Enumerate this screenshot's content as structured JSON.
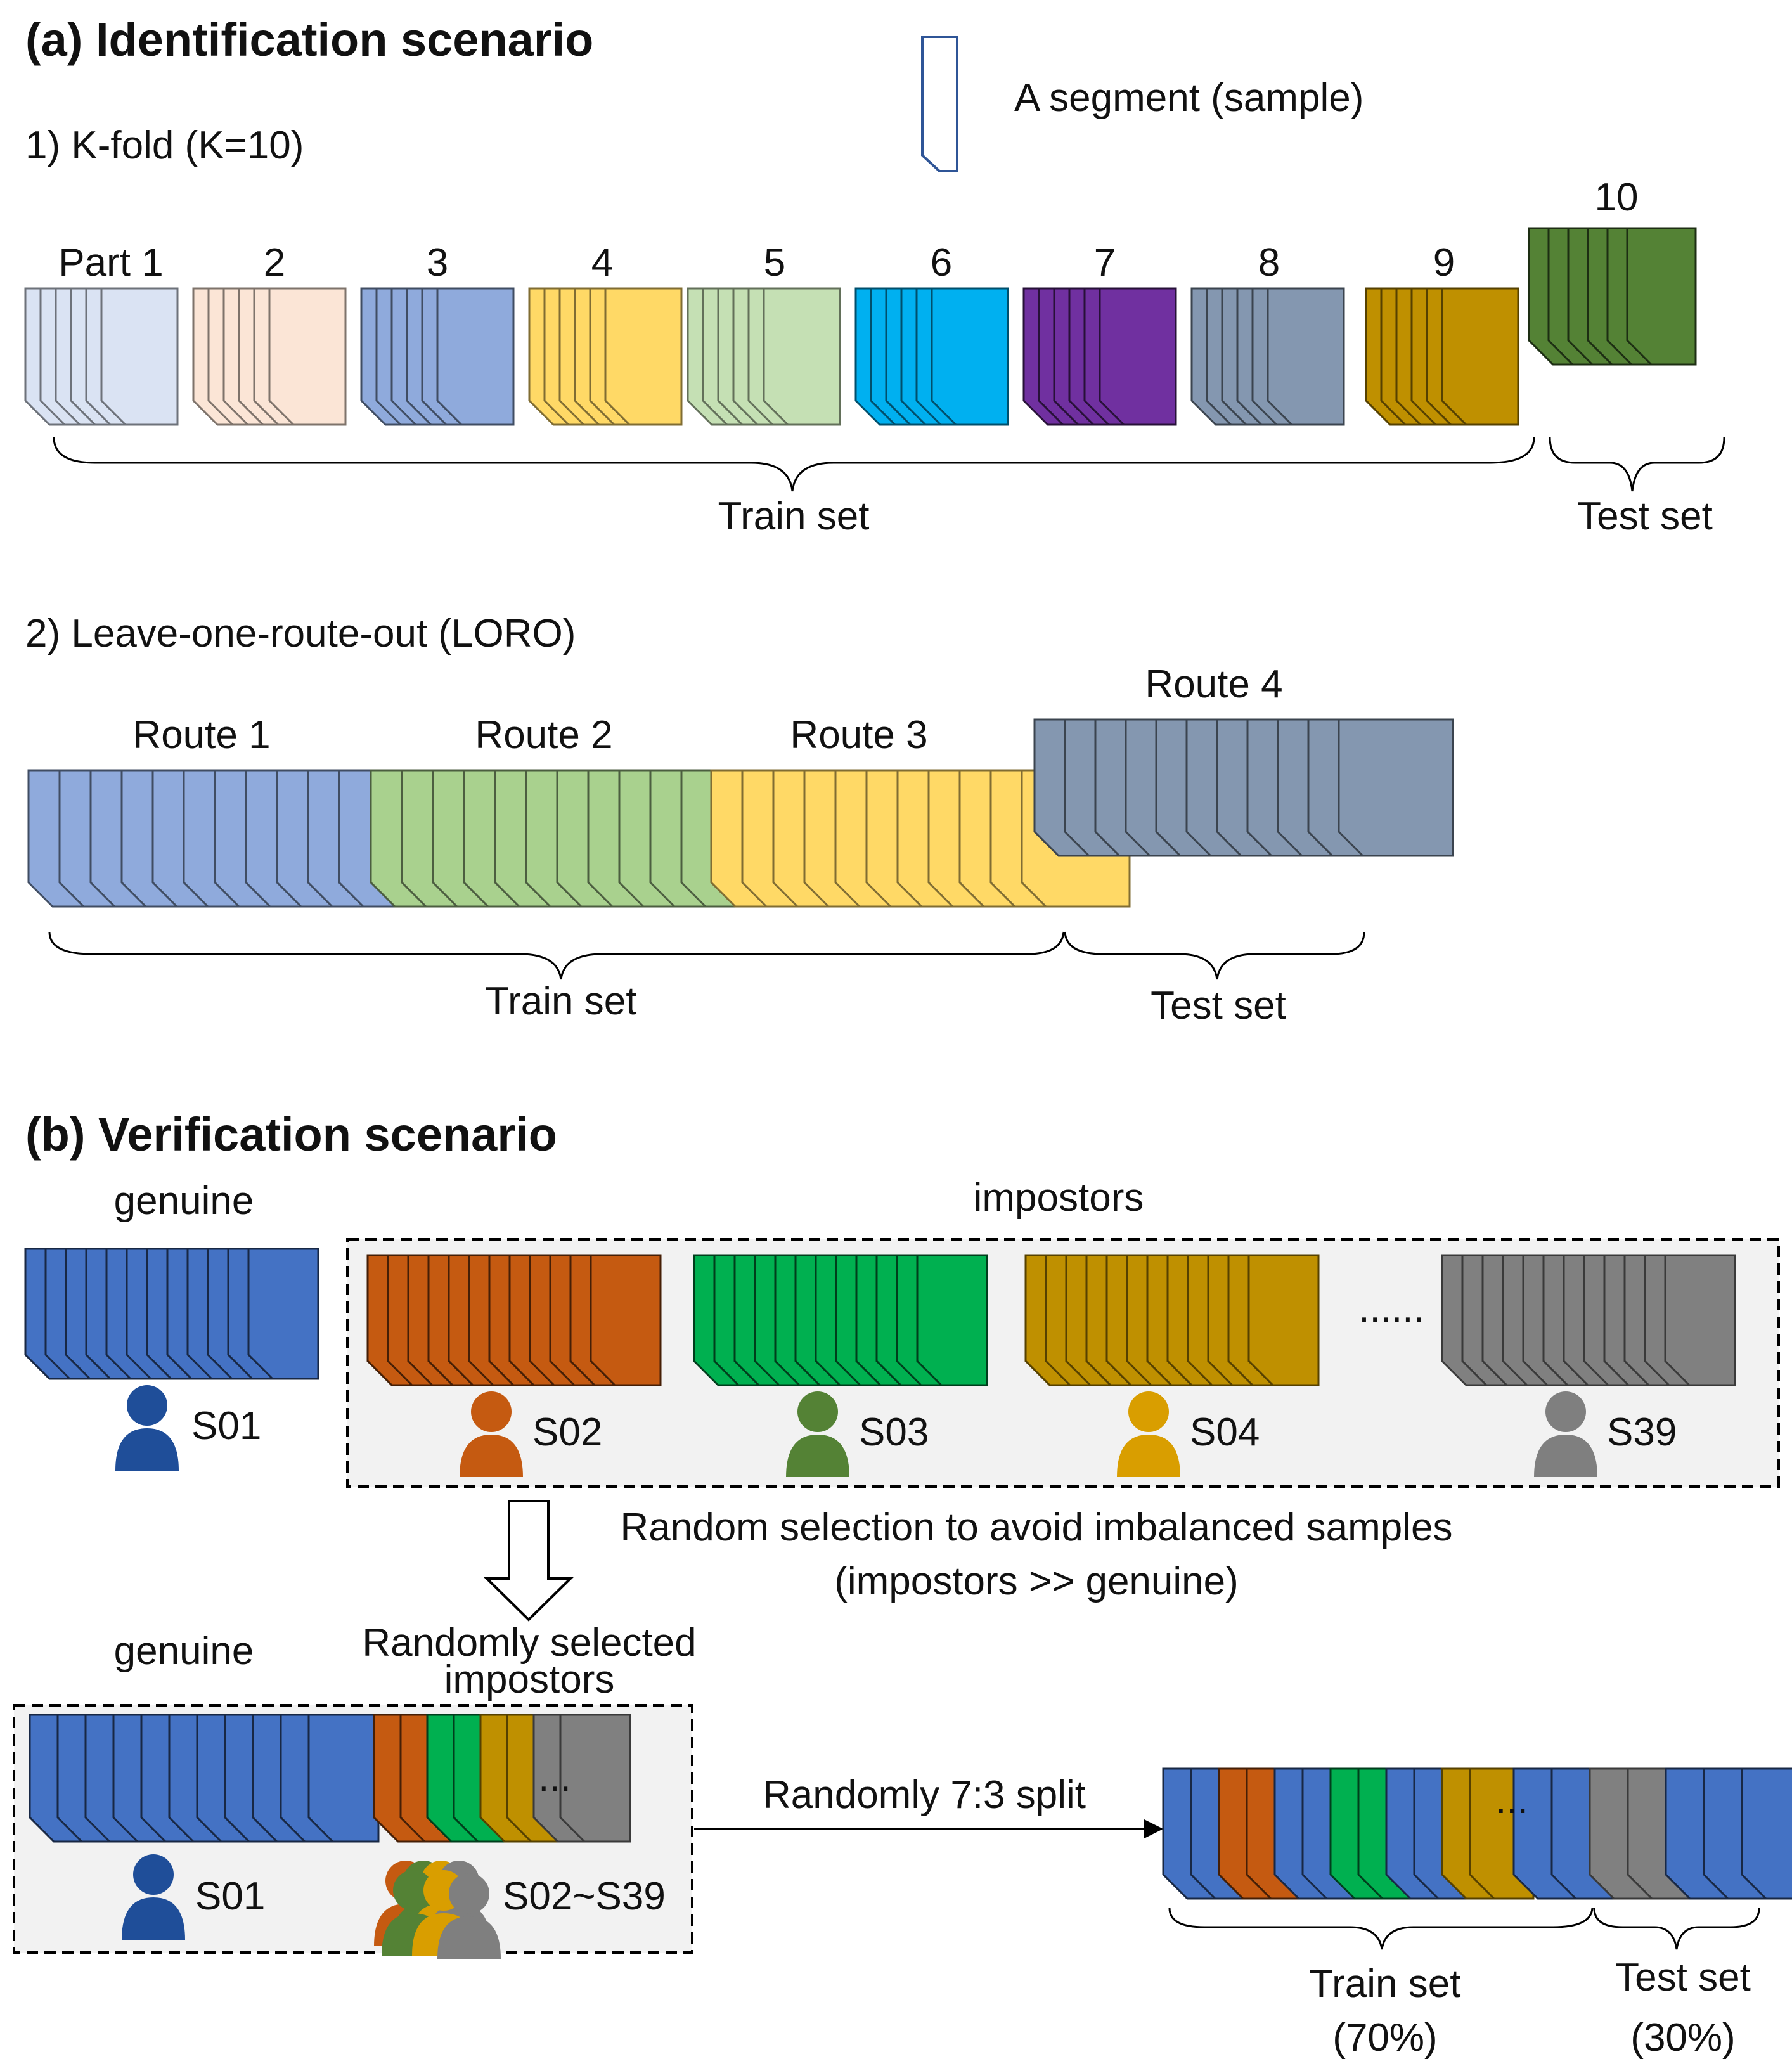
{
  "section_a": {
    "title": "(a) Identification scenario",
    "legend_label": "A segment (sample)",
    "kfold": {
      "title": "1) K-fold (K=10)",
      "parts": [
        {
          "label": "Part 1",
          "color": "#dae3f3"
        },
        {
          "label": "2",
          "color": "#fbe5d6"
        },
        {
          "label": "3",
          "color": "#8faadc"
        },
        {
          "label": "4",
          "color": "#ffd966"
        },
        {
          "label": "5",
          "color": "#c5e0b4"
        },
        {
          "label": "6",
          "color": "#00b0f0"
        },
        {
          "label": "7",
          "color": "#7030a0"
        },
        {
          "label": "8",
          "color": "#8497b0"
        },
        {
          "label": "9",
          "color": "#bf9000"
        },
        {
          "label": "10",
          "color": "#548235"
        }
      ],
      "train_label": "Train set",
      "test_label": "Test set"
    },
    "loro": {
      "title": "2) Leave-one-route-out (LORO)",
      "routes": [
        {
          "label": "Route 1",
          "color": "#8faadc"
        },
        {
          "label": "Route 2",
          "color": "#a9d18e"
        },
        {
          "label": "Route 3",
          "color": "#ffd966"
        },
        {
          "label": "Route 4",
          "color": "#8497b0"
        }
      ],
      "train_label": "Train set",
      "test_label": "Test set"
    }
  },
  "section_b": {
    "title": "(b) Verification scenario",
    "genuine_label": "genuine",
    "impostors_label": "impostors",
    "ellipsis": "......",
    "subjects": [
      {
        "id": "S01",
        "color": "#4472c4",
        "icon_color": "#1f4e99"
      },
      {
        "id": "S02",
        "color": "#c55a11",
        "icon_color": "#c55a11"
      },
      {
        "id": "S03",
        "color": "#00b050",
        "icon_color": "#548235"
      },
      {
        "id": "S04",
        "color": "#bf9000",
        "icon_color": "#d99e00"
      },
      {
        "id": "S39",
        "color": "#808080",
        "icon_color": "#7f7f7f"
      }
    ],
    "selection_line1": "Random selection to avoid imbalanced samples",
    "selection_line2": "(impostors >> genuine)",
    "genuine_label_2": "genuine",
    "random_line1": "Randomly selected",
    "random_line2": "impostors",
    "mix_ellipsis": "...",
    "s01_label": "S01",
    "group_label": "S02~S39",
    "split_label": "Randomly 7:3 split",
    "final_ellipsis": "...",
    "train_line1": "Train set",
    "train_line2": "(70%)",
    "test_line1": "Test set",
    "test_line2": "(30%)"
  }
}
